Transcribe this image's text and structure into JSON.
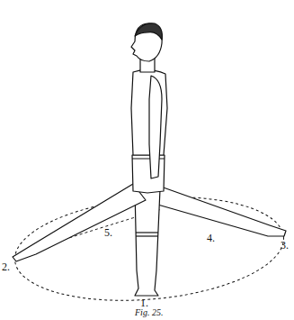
{
  "diagram": {
    "caption": "Fig. 25.",
    "labels": [
      "1.",
      "2.",
      "3.",
      "4.",
      "5."
    ]
  }
}
